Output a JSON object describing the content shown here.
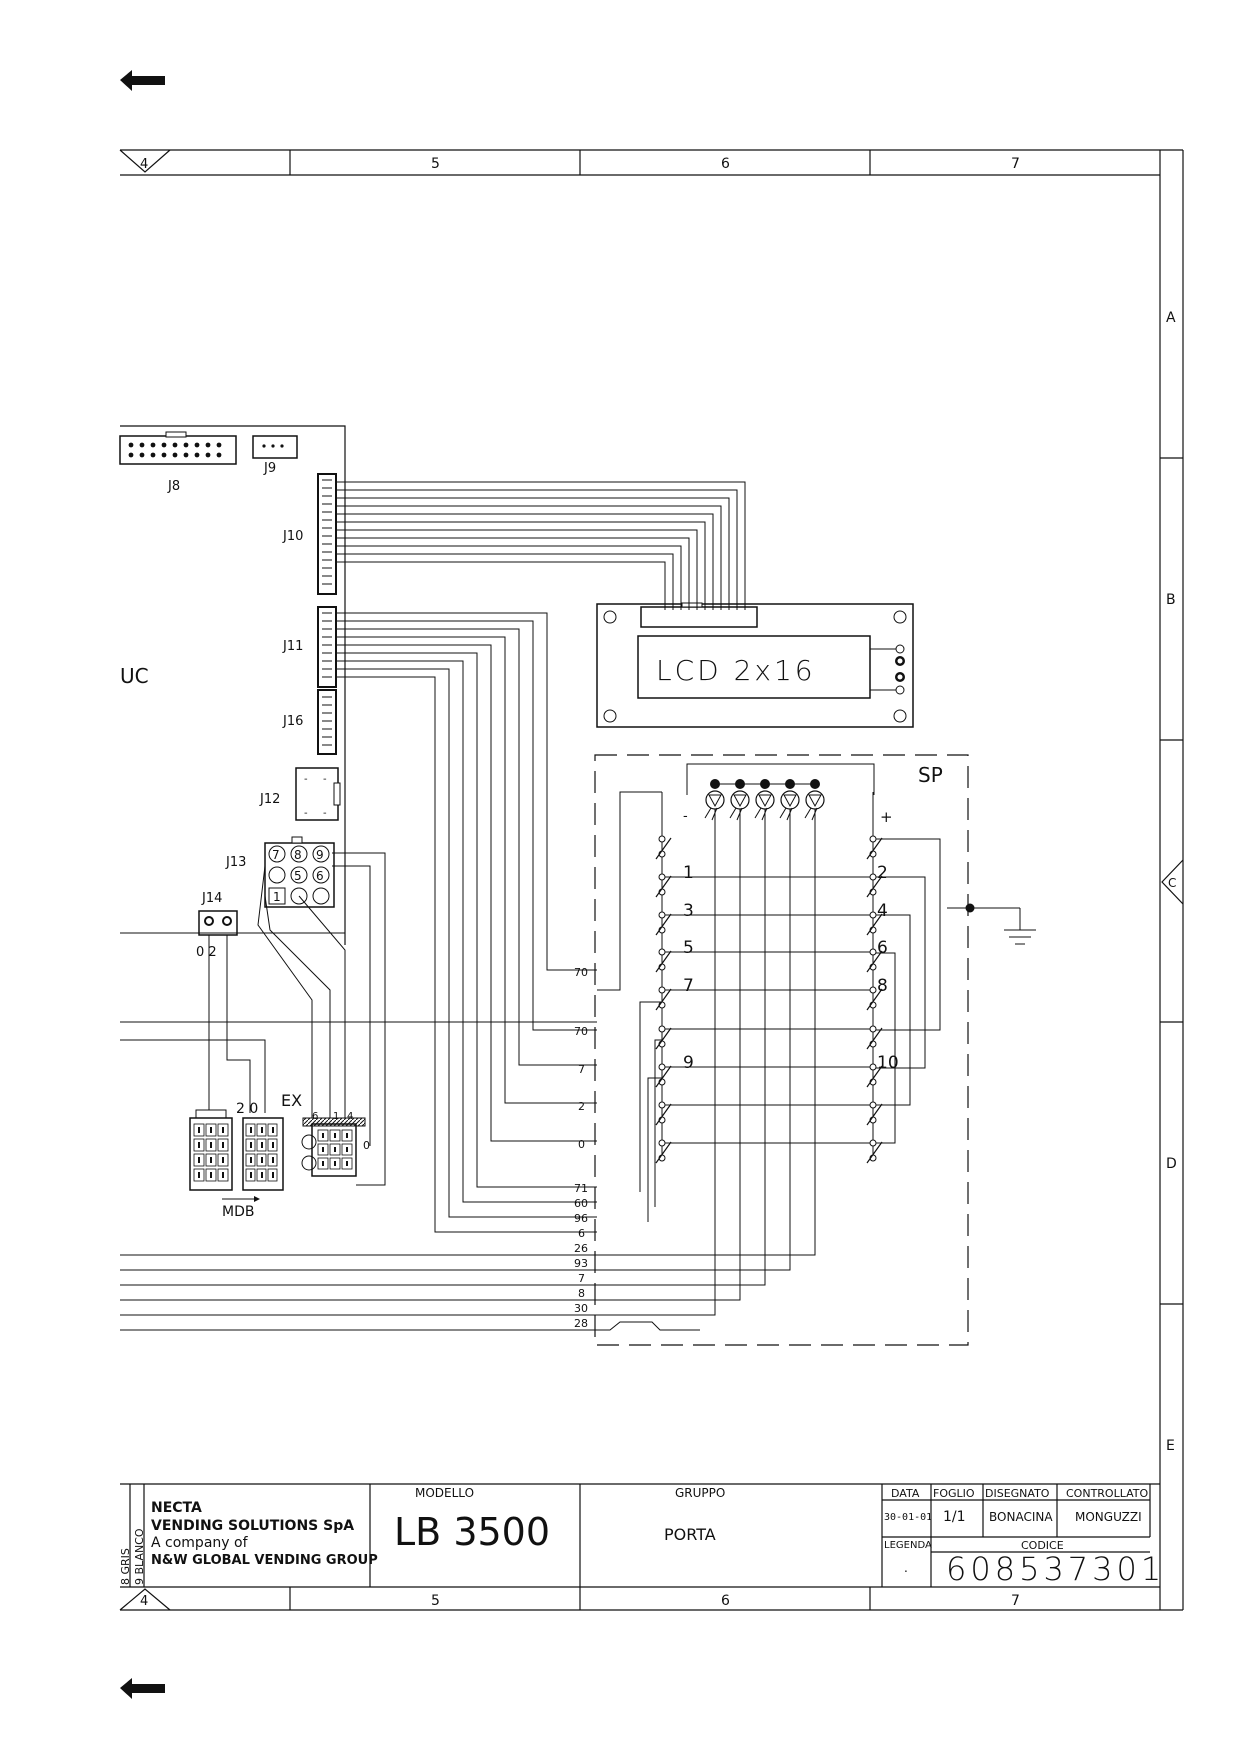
{
  "columns": {
    "top": [
      "4",
      "5",
      "6",
      "7"
    ],
    "bottom": [
      "4",
      "5",
      "6",
      "7"
    ]
  },
  "rows": [
    "A",
    "B",
    "C",
    "D",
    "E"
  ],
  "board": {
    "label": "UC",
    "connectors": {
      "j8": "J8",
      "j9": "J9",
      "j10": "J10",
      "j11": "J11",
      "j16": "J16",
      "j12": "J12",
      "j13": "J13",
      "j14": "J14",
      "ex": "EX",
      "mdb": "MDB"
    },
    "j13_pins": [
      "7",
      "8",
      "9",
      "5",
      "6",
      "1"
    ],
    "j14_pins": "0 2",
    "mdb_pins": "2 0",
    "ex_pins": [
      "6",
      "1",
      "4"
    ],
    "ex_side": "0"
  },
  "lcd": {
    "label": "LCD  2x16"
  },
  "panel": {
    "label": "SP",
    "buttons": [
      "1",
      "2",
      "3",
      "4",
      "5",
      "6",
      "7",
      "8",
      "9",
      "10"
    ],
    "minus": "-",
    "plus": "+"
  },
  "wire_labels": [
    "70",
    "70",
    "7",
    "2",
    "0",
    "71",
    "60",
    "96",
    "6",
    "26",
    "93",
    "7",
    "8",
    "30",
    "28"
  ],
  "title_block": {
    "company_line1": "NECTA",
    "company_line2": "VENDING SOLUTIONS SpA",
    "company_line3": "A company of",
    "company_line4": "N&W GLOBAL VENDING GROUP",
    "legend_side_1": "8 GRIS",
    "legend_side_2": "9 BLANCO",
    "modello_label": "MODELLO",
    "modello_value": "LB 3500",
    "gruppo_label": "GRUPPO",
    "gruppo_value": "PORTA",
    "data_label": "DATA",
    "data_value": "30-01-01",
    "foglio_label": "FOGLIO",
    "foglio_value": "1/1",
    "disegnato_label": "DISEGNATO",
    "disegnato_value": "BONACINA",
    "controllato_label": "CONTROLLATO",
    "controllato_value": "MONGUZZI",
    "legenda_label": "LEGENDA",
    "legenda_value": ".",
    "codice_label": "CODICE",
    "codice_value": "608537301"
  },
  "icons": [
    "back-arrow-icon",
    "ground-icon",
    "led-icon",
    "switch-icon",
    "connector-icon"
  ]
}
